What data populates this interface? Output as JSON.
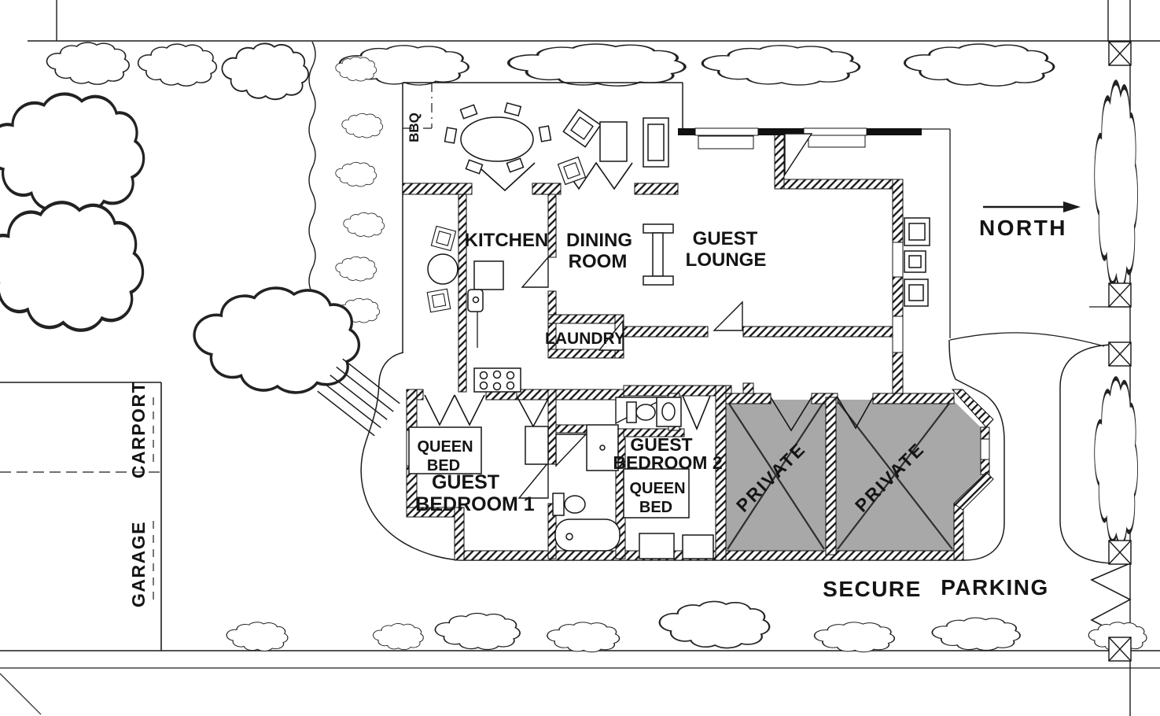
{
  "colors": {
    "ink": "#1a1a1a",
    "private_fill": "#a8a8a8",
    "paper": "#ffffff"
  },
  "compass": {
    "label": "NORTH"
  },
  "outdoor": {
    "bbq": "BBQ",
    "secure": "SECURE",
    "parking": "PARKING",
    "carport": "CARPORT",
    "garage": "GARAGE"
  },
  "rooms": {
    "kitchen": {
      "label": "KITCHEN"
    },
    "dining": {
      "l1": "DINING",
      "l2": "ROOM"
    },
    "lounge": {
      "l1": "GUEST",
      "l2": "LOUNGE"
    },
    "laundry": {
      "label": "LAUNDRY"
    },
    "bedroom1": {
      "l1": "GUEST",
      "l2": "BEDROOM 1",
      "bed_l1": "QUEEN",
      "bed_l2": "BED"
    },
    "bedroom2": {
      "l1": "GUEST",
      "l2": "BEDROOM 2",
      "bed_l1": "QUEEN",
      "bed_l2": "BED"
    },
    "private1": {
      "label": "PRIVATE"
    },
    "private2": {
      "label": "PRIVATE"
    }
  }
}
